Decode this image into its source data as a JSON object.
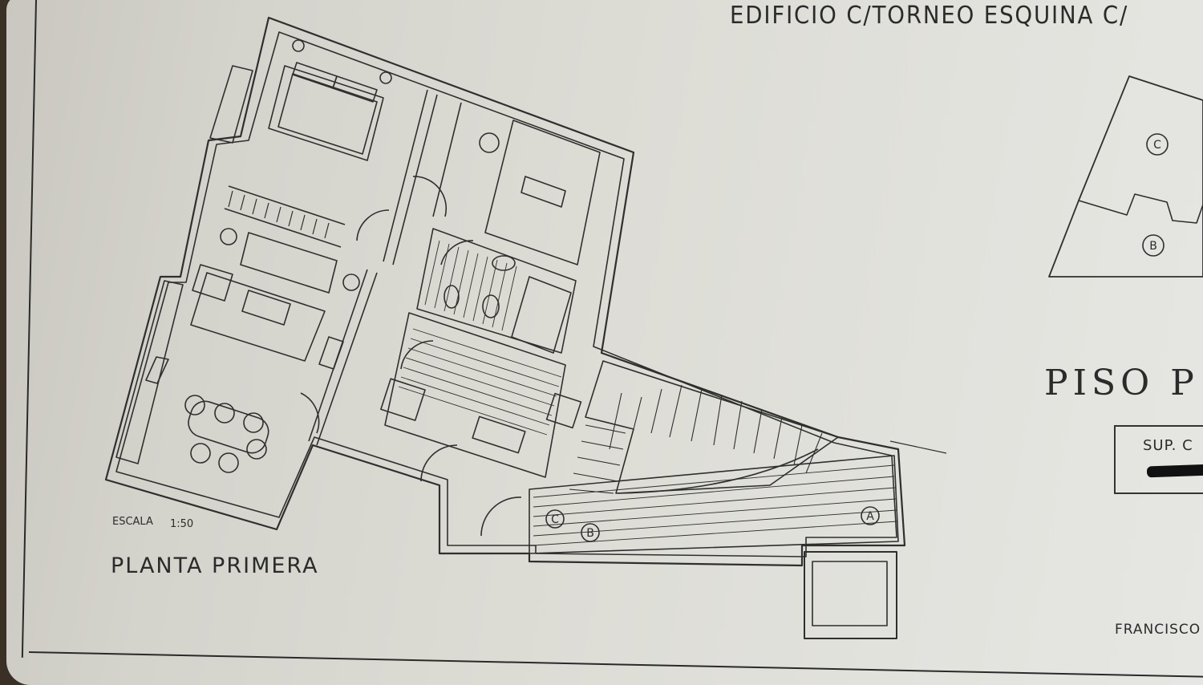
{
  "header": {
    "title": "EDIFICIO C/TORNEO ESQUINA C/"
  },
  "plan": {
    "title": "PLANTA PRIMERA",
    "scale_label": "ESCALA",
    "scale_value": "1:50",
    "markers": [
      {
        "letter": "C"
      },
      {
        "letter": "B"
      },
      {
        "letter": "A"
      }
    ]
  },
  "key_plan": {
    "markers": [
      {
        "letter": "C"
      },
      {
        "letter": "B"
      }
    ]
  },
  "sidebar": {
    "title": "PISO P",
    "surface_label": "SUP. C",
    "author": "FRANCISCO"
  },
  "colors": {
    "paper": "#dcdbd4",
    "ink": "#2b2b2b"
  }
}
